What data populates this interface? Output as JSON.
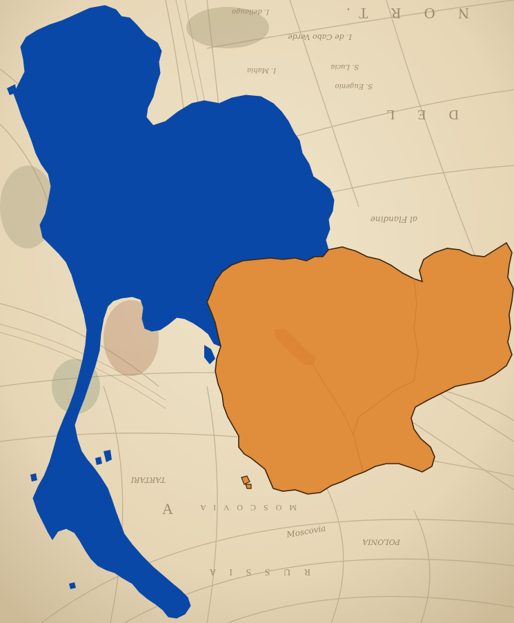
{
  "map": {
    "countries": [
      {
        "name": "Thailand",
        "color": "#0a48a8"
      },
      {
        "name": "Cambodia",
        "color": "#e08d3c",
        "border": "#3a2410"
      }
    ],
    "background": {
      "style": "antique world map",
      "parchment_color": "#e9dcc0",
      "labels": [
        "N O R T.",
        "D E L",
        "I. de Cabo Verde",
        "S. Lucia",
        "I. dellaugo",
        "S. Eugenio",
        "I. Mahia",
        "al Flandine",
        "TARTARI",
        "M O S C O V I A",
        "Moscovia",
        "R U S S I A",
        "POLONIA",
        "A"
      ]
    }
  }
}
